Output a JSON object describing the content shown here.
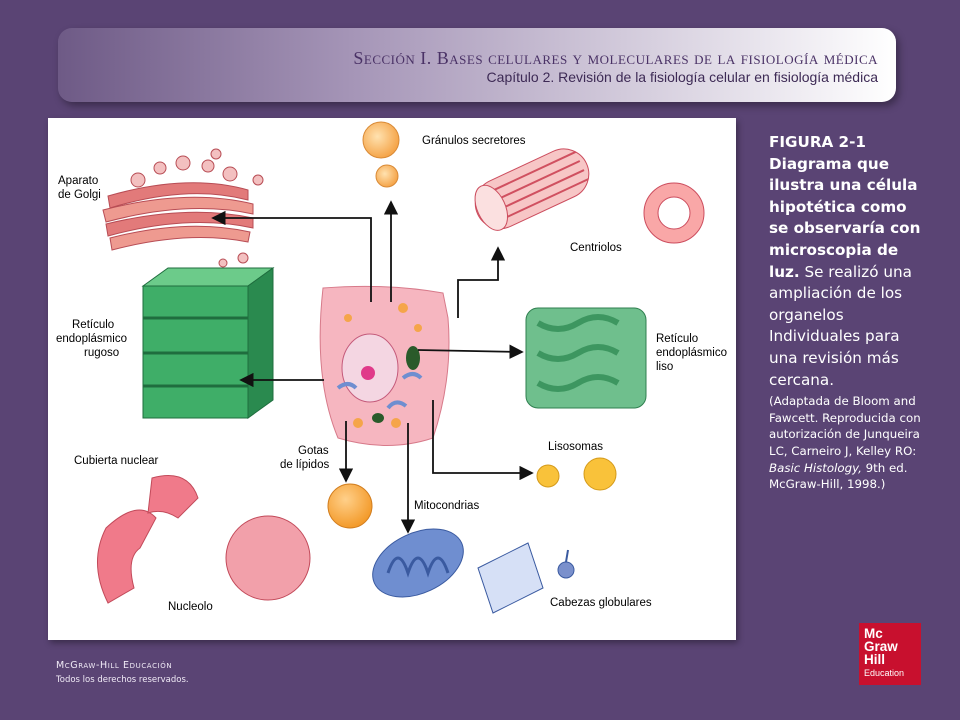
{
  "header": {
    "section": "Sección I.  Bases celulares y moleculares de la fisiología médica",
    "chapter": "Capítulo 2.  Revisión de la fisiología celular en fisiología médica"
  },
  "figure": {
    "labels": {
      "golgi_1": "Aparato",
      "golgi_2": "de Golgi",
      "granules": "Gránulos secretores",
      "centrioles": "Centriolos",
      "rer_1": "Retículo",
      "rer_2": "endoplásmico",
      "rer_3": "rugoso",
      "ser_1": "Retículo",
      "ser_2": "endoplásmico",
      "ser_3": "liso",
      "lipids_1": "Gotas",
      "lipids_2": "de lípidos",
      "lysosomes": "Lisosomas",
      "nuclear_envelope": "Cubierta nuclear",
      "mitochondria": "Mitocondrias",
      "nucleolus": "Nucleolo",
      "heads": "Cabezas globulares"
    }
  },
  "caption": {
    "fig_id": "FIGURA 2-1",
    "bold_text": "Diagrama que ilustra una célula hipotética como se observaría con microscopia de luz.",
    "text": " Se realizó una ampliación de los organelos Individuales para una revisión más cercana.",
    "ref_a": "(Adaptada de Bloom and Fawcett. Reproducida con autorización de Junqueira LC, Carneiro J, Kelley RO: ",
    "ref_book": "Basic Histology,",
    "ref_b": " 9th ed. McGraw-Hill, 1998.)"
  },
  "footer": {
    "brand": "McGraw-Hill Educación",
    "rights": "Todos los derechos reservados."
  },
  "logo": {
    "line1": "Mc",
    "line2": "Graw",
    "line3": "Hill",
    "line4": "Education"
  },
  "colors": {
    "background": "#5a4474",
    "logo_red": "#c8102e",
    "cell_pink": "#f6b6c0",
    "er_green": "#2f9a58",
    "mito_blue": "#6f8ed0"
  }
}
